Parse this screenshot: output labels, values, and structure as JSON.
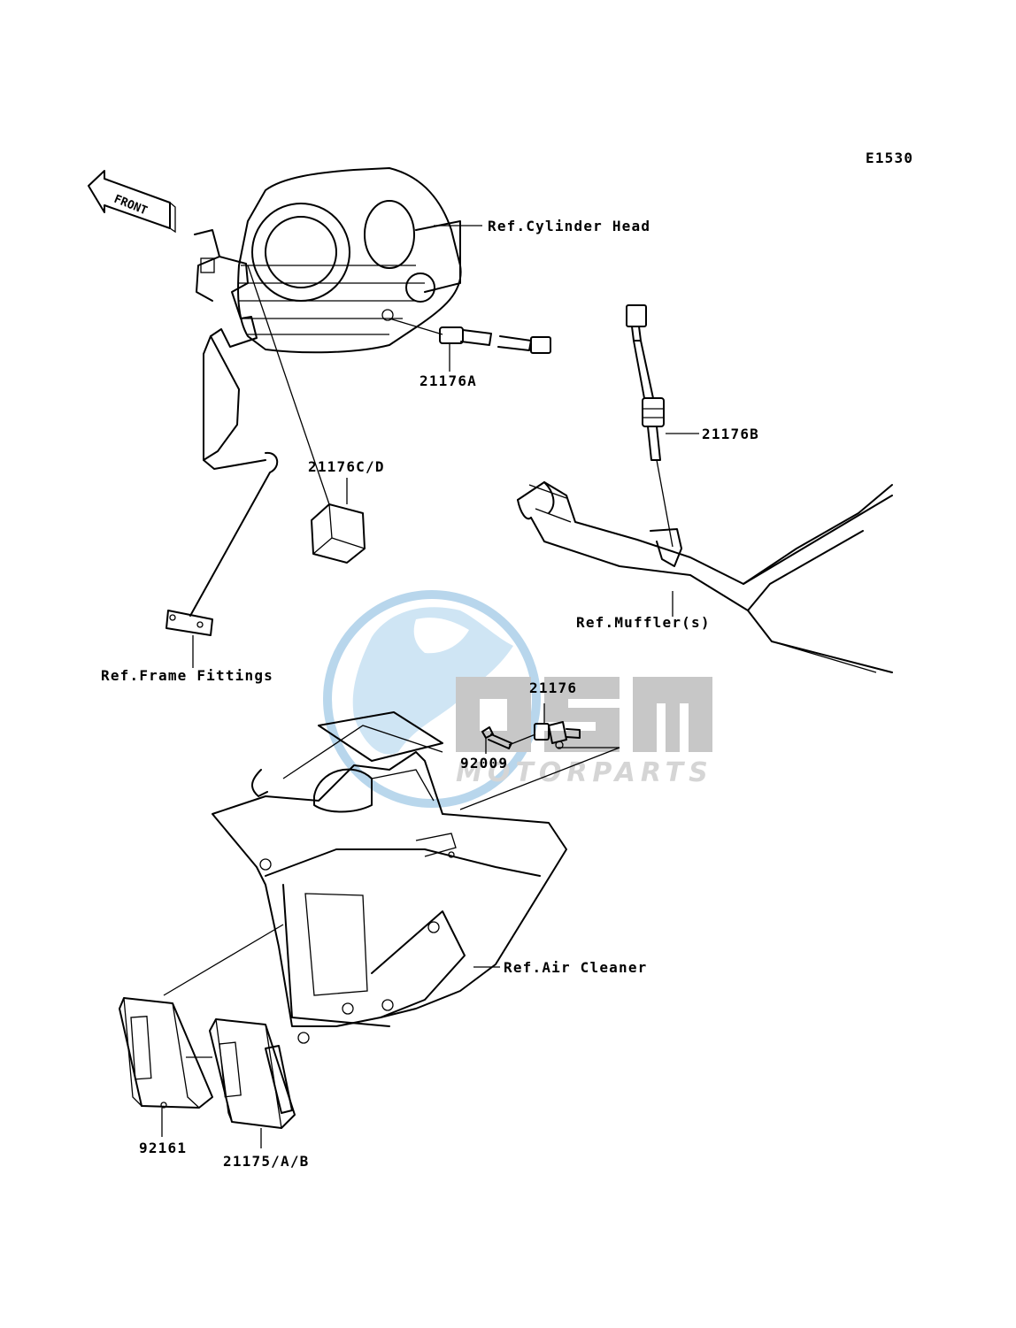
{
  "diagram_code": "E1530",
  "front_label": "FRONT",
  "watermark": {
    "brand": "OSM",
    "subtitle": "MOTORPARTS",
    "globe_color": "#7fb6dd",
    "letter_color": "#9a9a9a"
  },
  "labels": {
    "ref_cylinder_head": "Ref.Cylinder Head",
    "ref_muffler": "Ref.Muffler(s)",
    "ref_frame_fittings": "Ref.Frame Fittings",
    "ref_air_cleaner": "Ref.Air Cleaner"
  },
  "parts": {
    "p21176A": "21176A",
    "p21176B": "21176B",
    "p21176CD": "21176C/D",
    "p21176": "21176",
    "p92009": "92009",
    "p92161": "92161",
    "p21175": "21175/A/B"
  }
}
